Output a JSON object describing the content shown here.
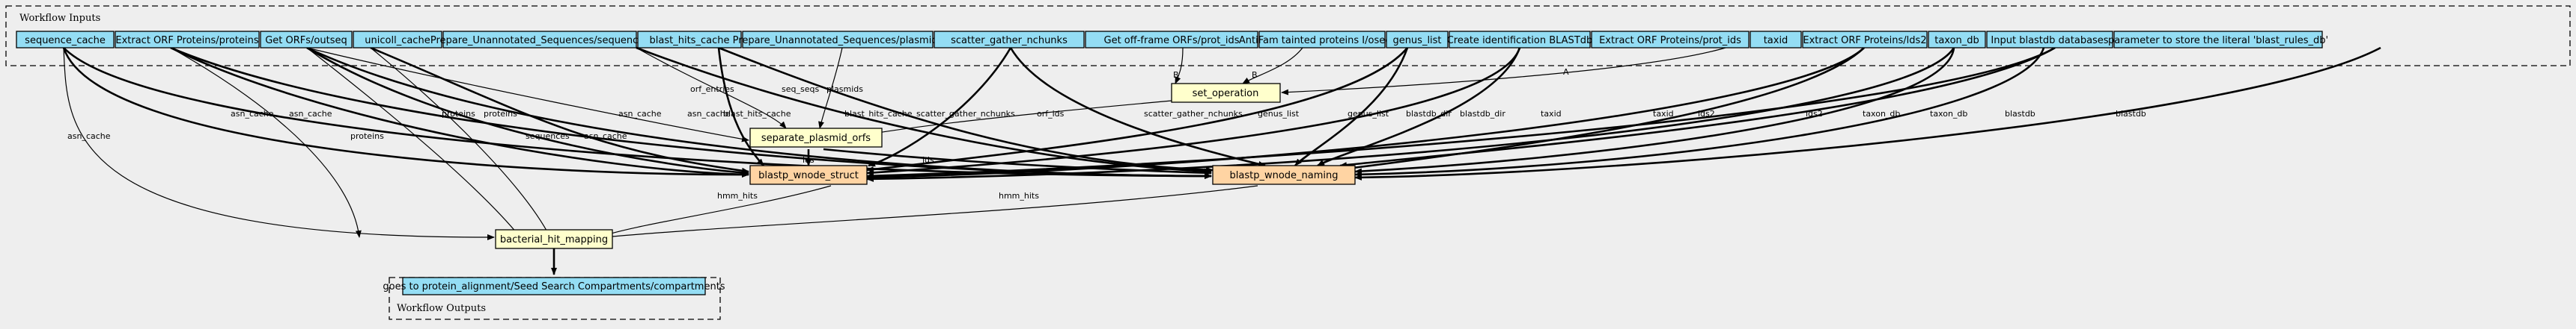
{
  "clusters": {
    "inputs_title": "Workflow Inputs",
    "outputs_title": "Workflow Outputs"
  },
  "inputs": [
    "sequence_cache",
    "Extract ORF Proteins/proteins",
    "Get ORFs/outseq",
    "unicoll_cache",
    "Prepare_Unannotated_Sequences/sequences",
    "blast_hits_cache",
    "Prepare_Unannotated_Sequences/plasmids",
    "scatter_gather_nchunks",
    "Get off-frame ORFs/prot_ids",
    "AntiFam tainted proteins I/oseqids",
    "genus_list",
    "Create identification BLASTdb",
    "Extract ORF Proteins/prot_ids",
    "taxid",
    "Extract ORF Proteins/lds2",
    "taxon_db",
    "Input blastdb databases",
    "parameter to store the literal 'blast_rules_db'"
  ],
  "steps": {
    "set_operation": "set_operation",
    "separate_plasmid_orfs": "separate_plasmid_orfs",
    "blastp_wnode_struct": "blastp_wnode_struct",
    "blastp_wnode_naming": "blastp_wnode_naming",
    "bacterial_hit_mapping": "bacterial_hit_mapping"
  },
  "outputs": [
    "goes to protein_alignment/Seed Search Compartments/compartments"
  ],
  "edge_labels": {
    "A": "A",
    "B": "B",
    "asn_cache": "asn_cache",
    "proteins": "proteins",
    "sequences": "sequences",
    "orf_entries": "orf_entries",
    "blast_hits_cache": "blast_hits_cache",
    "seq_seqs": "seq_seqs",
    "plasmids": "plasmids",
    "scatter_gather_nchunks": "scatter_gather_nchunks",
    "orf_ids": "orf_ids",
    "genus_list": "genus_list",
    "blastdb_dir": "blastdb_dir",
    "taxid": "taxid",
    "lds2": "lds2",
    "taxon_db": "taxon_db",
    "blastdb": "blastdb",
    "ids": "ids",
    "hmm_hits": "hmm_hits"
  },
  "colors": {
    "input_fill": "#94ddf4",
    "step_fill": "#ffffcc",
    "blast_fill": "#ffd4a3",
    "background": "#eeeeee"
  }
}
